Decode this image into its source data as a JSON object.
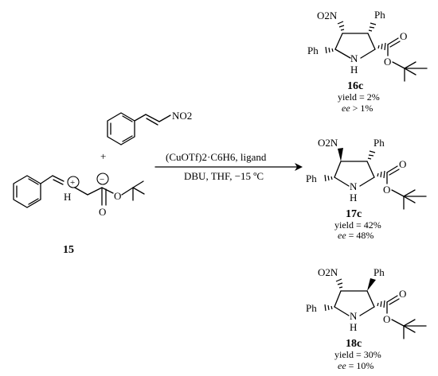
{
  "reactants": {
    "nitrostyrene_label": "NO2",
    "plus": "+",
    "imine": {
      "charge_plus": "+",
      "charge_minus": "−",
      "nh_label": "H",
      "o_carbonyl": "O",
      "o_ester": "O",
      "compound_id": "15"
    }
  },
  "conditions": {
    "reagent_line": "(CuOTf)2·C6H6, ligand",
    "condition_line": "DBU, THF, −15 ºC"
  },
  "products": [
    {
      "id": "16c",
      "no2": "O2N",
      "ph_top": "Ph",
      "ph_left": "Ph",
      "nh": "NH",
      "o_carbonyl": "O",
      "o_ester": "O",
      "yield_label": "yield = 2%",
      "ee_label": "ee",
      "ee_value": " > 1%"
    },
    {
      "id": "17c",
      "no2": "O2N",
      "ph_top": "Ph",
      "ph_left": "Ph",
      "nh": "NH",
      "o_carbonyl": "O",
      "o_ester": "O",
      "yield_label": "yield = 42%",
      "ee_label": "ee",
      "ee_value": " = 48%"
    },
    {
      "id": "18c",
      "no2": "O2N",
      "ph_top": "Ph",
      "ph_left": "Ph",
      "nh": "NH",
      "o_carbonyl": "O",
      "o_ester": "O",
      "yield_label": "yield = 30%",
      "ee_label": "ee",
      "ee_value": " = 10%"
    }
  ]
}
